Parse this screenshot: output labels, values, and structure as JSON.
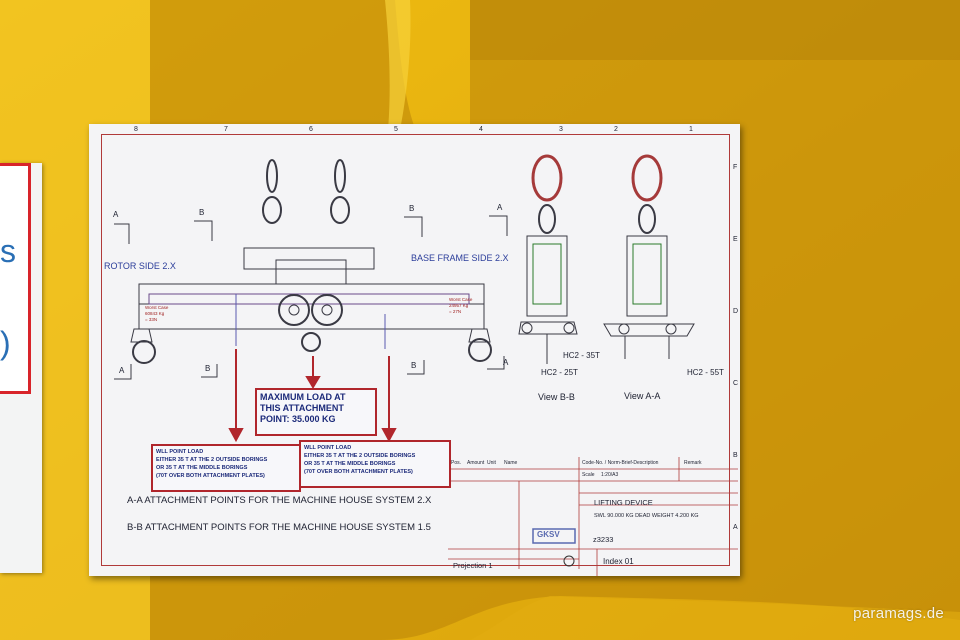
{
  "left_sign": {
    "char_top": "s",
    "char_bottom": ")"
  },
  "drawing": {
    "rotor_side": "ROTOR SIDE 2.X",
    "base_frame_side": "BASE FRAME SIDE 2.X",
    "section_marks": [
      "A",
      "B",
      "B",
      "A",
      "A",
      "B",
      "B",
      "A"
    ],
    "worst_case_left": [
      "Worst Case",
      "60843 Kg",
      "= 33N"
    ],
    "worst_case_right": [
      "Worst Case",
      "24957 Kg",
      "= 27N"
    ],
    "hc2_35t": "HC2 - 35T",
    "hc2_25t": "HC2 - 25T",
    "hc2_55t": "HC2 - 55T",
    "view_bb": "View B-B",
    "view_aa": "View A-A",
    "max_load": [
      "MAXIMUM LOAD AT",
      "THIS ATTACHMENT",
      "POINT:    35.000 KG"
    ],
    "wll_left": [
      "WLL POINT LOAD",
      "EITHER 35 T AT THE 2 OUTSIDE BORINGS",
      "OR 35 T AT THE MIDDLE BORINGS",
      "(70T OVER BOTH ATTACHMENT PLATES)"
    ],
    "wll_right": [
      "WLL POINT LOAD",
      "EITHER 35 T AT THE 2 OUTSIDE BORINGS",
      "OR 35 T AT THE MIDDLE BORINGS",
      "(70T OVER BOTH ATTACHMENT PLATES)"
    ],
    "note_aa": "A-A   ATTACHMENT POINTS FOR THE MACHINE HOUSE SYSTEM 2.X",
    "note_bb": "B-B   ATTACHMENT POINTS FOR THE MACHINE HOUSE SYSTEM 1.5",
    "title_block": {
      "pos": "Pos.",
      "amount": "Amount",
      "unit": "Unit",
      "name": "Name",
      "code": "Code-No. / Norm-Brief-Description",
      "remark": "Remark",
      "scale": "Scale",
      "scale_val": "1:20/A3",
      "title": "LIFTING DEVICE",
      "swl": "SWL  90.000  KG    DEAD WEIGHT 4.200 KG",
      "drawing_no": "z3233",
      "index": "Index  01",
      "projection": "Projection 1",
      "logo": "GKSV"
    },
    "ruler_top": [
      "8",
      "7",
      "6",
      "5",
      "4",
      "3",
      "2",
      "1"
    ],
    "ruler_right": [
      "F",
      "E",
      "D",
      "C",
      "B",
      "A"
    ]
  },
  "watermark": "paramags.de"
}
